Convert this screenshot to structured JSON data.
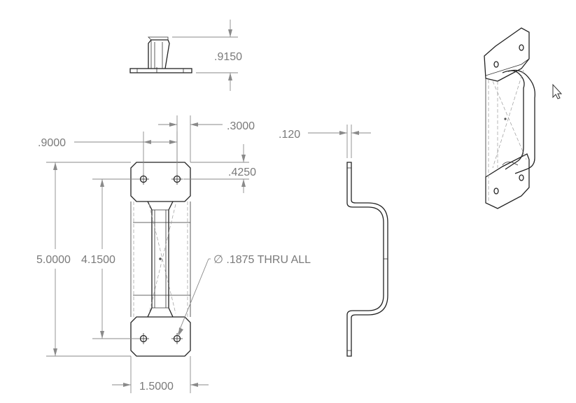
{
  "dimensions": {
    "height_top": ".9150",
    "tab_width": ".3000",
    "hole_spacing": ".9000",
    "hole_offset": ".4250",
    "overall_length": "5.0000",
    "hole_length": "4.1500",
    "hole_callout": "∅ .1875 THRU ALL",
    "overall_width": "1.5000",
    "thickness": ".120"
  },
  "icons": {
    "cursor": "mouse-pointer-icon"
  },
  "colors": {
    "line": "#222222",
    "dimension": "#8a8a8a",
    "text": "#7a7a7a"
  }
}
